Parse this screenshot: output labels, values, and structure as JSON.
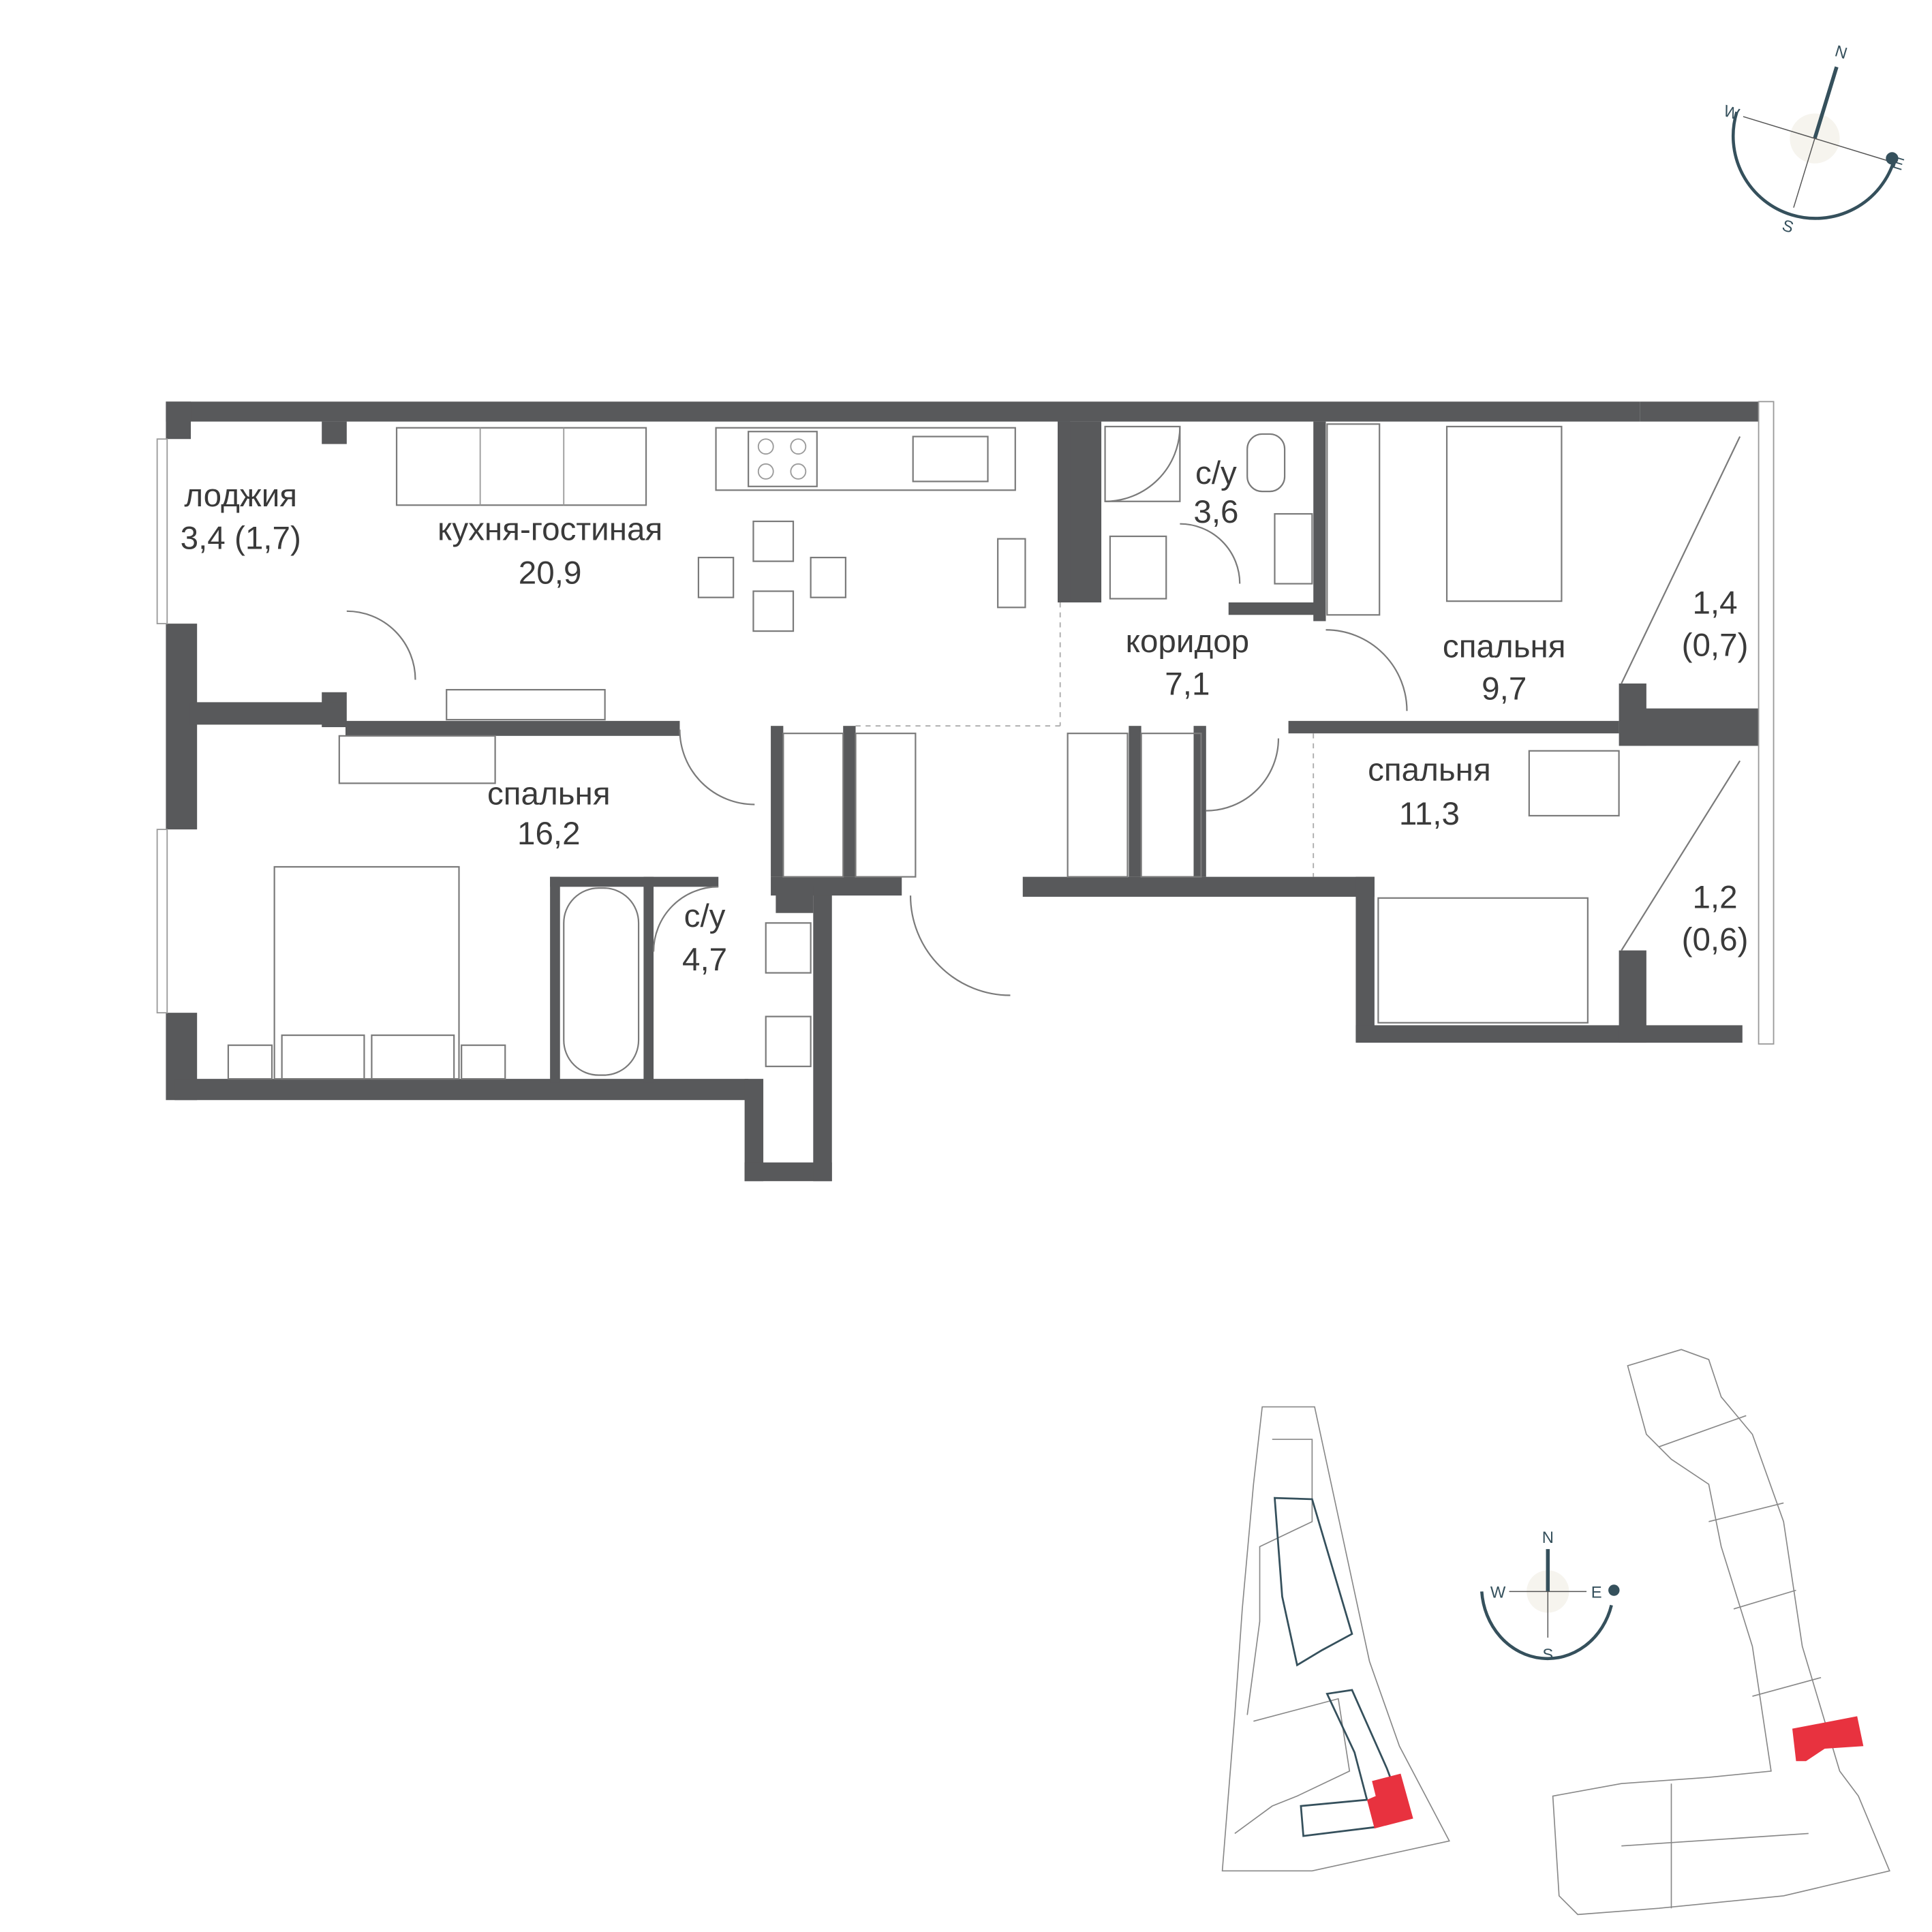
{
  "rooms": {
    "loggia": {
      "name": "лоджия",
      "area": "3,4 (1,7)"
    },
    "kitchen_living": {
      "name": "кухня-гостиная",
      "area": "20,9"
    },
    "bathroom_1": {
      "name": "с/у",
      "area": "3,6"
    },
    "corridor": {
      "name": "коридор",
      "area": "7,1"
    },
    "bedroom_1": {
      "name": "спальня",
      "area": "9,7"
    },
    "balcony_1": {
      "area": "1,4",
      "area_reduced": "(0,7)"
    },
    "bedroom_2": {
      "name": "спальня",
      "area": "11,3"
    },
    "bedroom_3": {
      "name": "спальня",
      "area": "16,2"
    },
    "balcony_2": {
      "area": "1,2",
      "area_reduced": "(0,6)"
    },
    "bathroom_2": {
      "name": "с/у",
      "area": "4,7"
    }
  },
  "compass": {
    "n": "N",
    "s": "S",
    "w": "W",
    "e": "E"
  },
  "colors": {
    "wall": "#58595b",
    "accent": "#e8323f",
    "compass": "#35505c"
  }
}
